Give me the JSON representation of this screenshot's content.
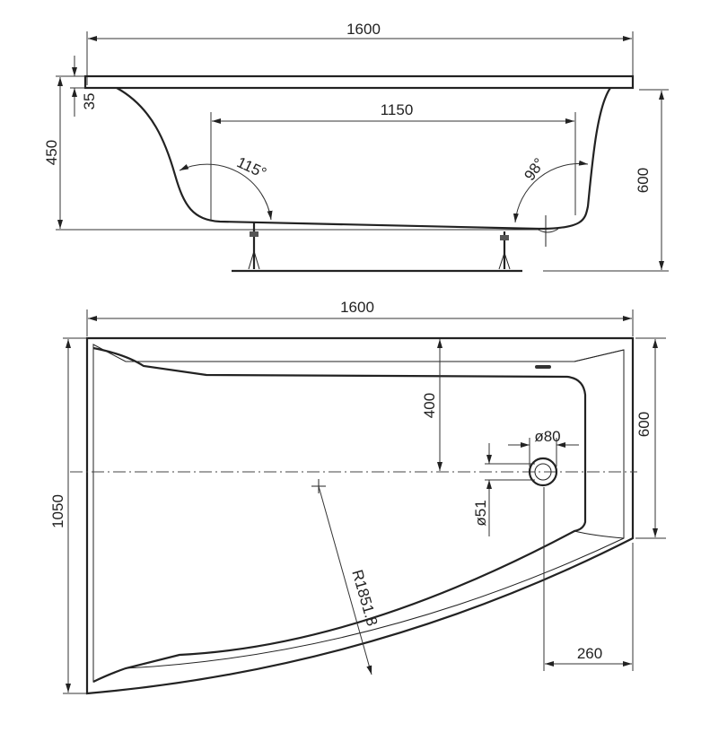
{
  "side_view": {
    "length": "1600",
    "inner_length": "1150",
    "rim_thickness": "35",
    "depth": "450",
    "total_height": "600",
    "angle_left": "115°",
    "angle_right": "98°"
  },
  "top_view": {
    "length": "1600",
    "width": "1050",
    "narrow_width": "600",
    "drain_offset": "400",
    "drain_outer_diameter": "ø80",
    "drain_inner_diameter": "ø51",
    "curve_radius": "R1851.8",
    "drain_from_edge": "260"
  }
}
